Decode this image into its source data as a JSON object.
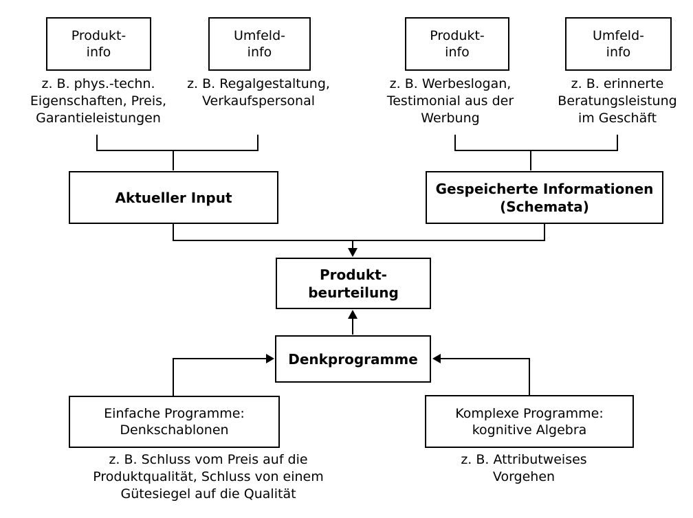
{
  "colors": {
    "background": "#ffffff",
    "line": "#000000",
    "box_fill": "#ffffff",
    "text": "#000000"
  },
  "boxes": [
    {
      "id": "produktinfo-left",
      "label": "Produkt-\ninfo"
    },
    {
      "id": "umfeldinfo-left",
      "label": "Umfeld-\ninfo"
    },
    {
      "id": "produktinfo-right",
      "label": "Produkt-\ninfo"
    },
    {
      "id": "umfeldinfo-right",
      "label": "Umfeld-\ninfo"
    },
    {
      "id": "aktueller-input",
      "label": "Aktueller Input"
    },
    {
      "id": "gespeicherte-informationen",
      "label": "Gespeicherte Informationen\n(Schemata)"
    },
    {
      "id": "produktbeurteilung",
      "label": "Produkt-\nbeurteilung"
    },
    {
      "id": "denkprogramme",
      "label": "Denkprogramme"
    },
    {
      "id": "einfache-programme",
      "label": "Einfache Programme:\nDenkschablonen"
    },
    {
      "id": "komplexe-programme",
      "label": "Komplexe Programme:\nkognitive Algebra"
    }
  ],
  "captions": [
    {
      "id": "example-produktinfo-left",
      "text": "z. B. phys.-techn.\nEigenschaften, Preis,\nGarantieleistungen"
    },
    {
      "id": "example-umfeldinfo-left",
      "text": "z. B. Regalgestaltung,\nVerkaufspersonal"
    },
    {
      "id": "example-produktinfo-right",
      "text": "z. B. Werbeslogan,\nTestimonial aus der\nWerbung"
    },
    {
      "id": "example-umfeldinfo-right",
      "text": "z. B. erinnerte\nBeratungsleistung\nim Geschäft"
    },
    {
      "id": "example-einfache-programme",
      "text": "z. B. Schluss vom Preis auf die\nProduktqualität, Schluss von einem\nGütesiegel auf die Qualität"
    },
    {
      "id": "example-komplexe-programme",
      "text": "z. B. Attributweises Vorgehen"
    }
  ]
}
